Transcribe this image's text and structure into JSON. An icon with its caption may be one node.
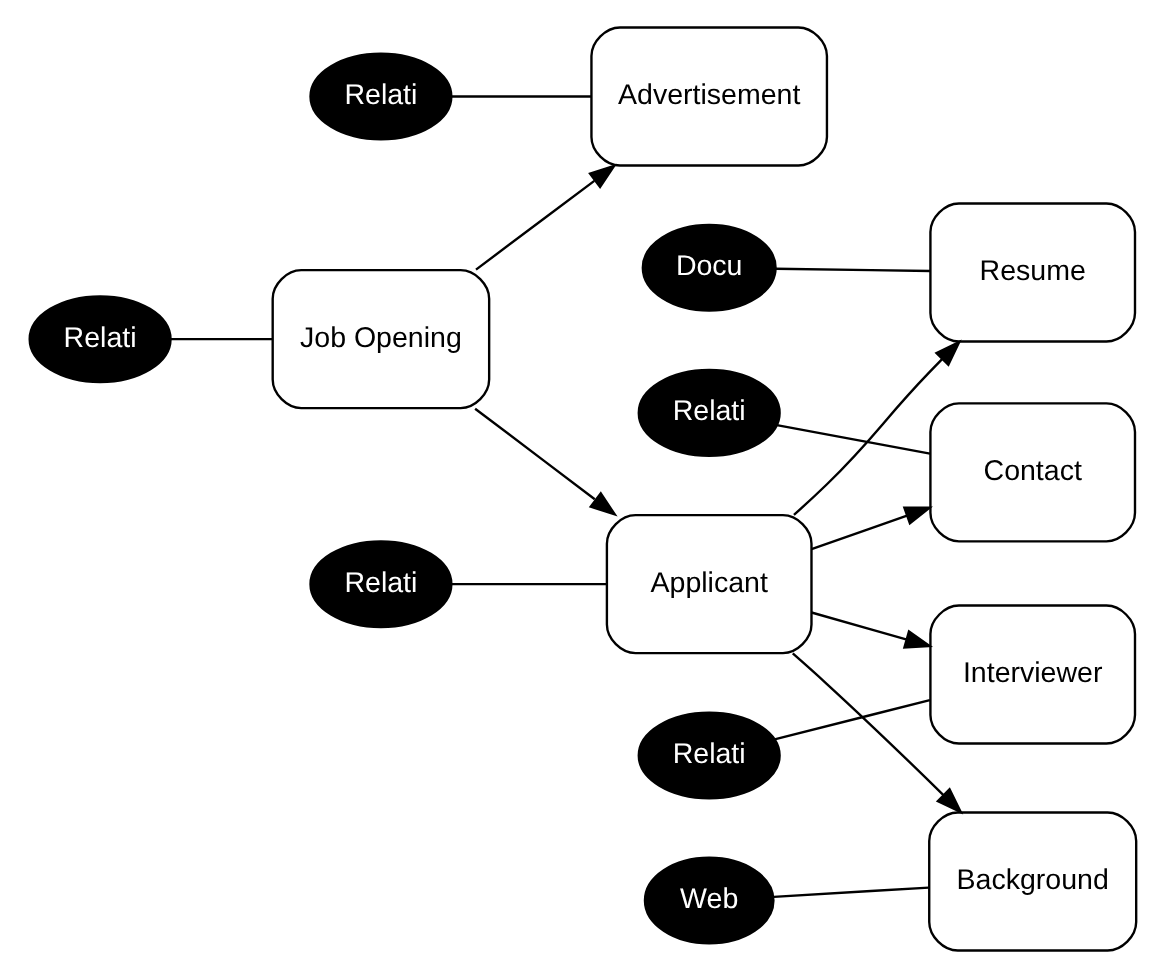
{
  "diagram": {
    "nodes": [
      {
        "text": [
          "Relati"
        ]
      },
      {
        "text": [
          "Docu"
        ]
      },
      {
        "text": [
          "Advertisement"
        ]
      },
      {
        "text": [
          "Resume"
        ]
      },
      {
        "text": [
          "Relati"
        ]
      },
      {
        "text": [
          "Job Opening"
        ]
      },
      {
        "text": [
          "Relati"
        ]
      },
      {
        "text": [
          "Contact"
        ]
      },
      {
        "text": [
          "Relati"
        ]
      },
      {
        "text": [
          "Interviewer"
        ]
      },
      {
        "text": [
          "Applicant"
        ]
      },
      {
        "text": [
          "Background"
        ]
      },
      {
        "text": [
          "Relati"
        ]
      },
      {
        "text": [
          "Web"
        ]
      }
    ],
    "edges": [
      {
        "from": 5,
        "to": 2,
        "arrow": "to"
      },
      {
        "from": 5,
        "to": 10,
        "arrow": "to"
      },
      {
        "from": 10,
        "to": 3,
        "arrow": "to"
      },
      {
        "from": 10,
        "to": 7,
        "arrow": "to"
      },
      {
        "from": 10,
        "to": 9,
        "arrow": "to"
      },
      {
        "from": 10,
        "to": 11,
        "arrow": "to"
      },
      {
        "from": 0,
        "to": 2,
        "arrow": "none"
      },
      {
        "from": 1,
        "to": 3,
        "arrow": "none"
      },
      {
        "from": 4,
        "to": 5,
        "arrow": "none"
      },
      {
        "from": 6,
        "to": 7,
        "arrow": "none"
      },
      {
        "from": 8,
        "to": 9,
        "arrow": "none"
      },
      {
        "from": 12,
        "to": 10,
        "arrow": "none"
      },
      {
        "from": 13,
        "to": 11,
        "arrow": "none"
      }
    ]
  }
}
